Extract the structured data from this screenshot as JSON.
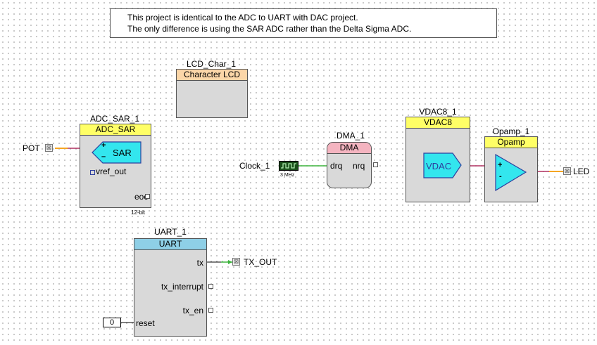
{
  "note": {
    "line1": "This project is identical to the ADC to UART with DAC project.",
    "line2": "The only difference is using the SAR ADC rather than the Delta Sigma ADC."
  },
  "lcd": {
    "instance": "LCD_Char_1",
    "type": "Character LCD"
  },
  "adc": {
    "instance": "ADC_SAR_1",
    "type": "ADC_SAR",
    "symbol": "SAR",
    "plus": "+",
    "minus": "–",
    "vref": "vref_out",
    "eoc": "eoc",
    "resolution": "12-bit"
  },
  "pot": {
    "label": "POT"
  },
  "clock": {
    "label": "Clock_1",
    "freq": "3 MHz"
  },
  "dma": {
    "instance": "DMA_1",
    "type": "DMA",
    "drq": "drq",
    "nrq": "nrq"
  },
  "vdac": {
    "instance": "VDAC8_1",
    "type": "VDAC8",
    "symbol": "VDAC"
  },
  "opamp": {
    "instance": "Opamp_1",
    "type": "Opamp",
    "plus": "+",
    "minus": "-"
  },
  "led": {
    "label": "LED"
  },
  "uart": {
    "instance": "UART_1",
    "type": "UART",
    "tx": "tx",
    "tx_interrupt": "tx_interrupt",
    "tx_en": "tx_en",
    "reset": "reset",
    "reset_value": "0"
  },
  "tx_out": {
    "label": "TX_OUT"
  },
  "colors": {
    "lcd_header": "#fbd6a8",
    "adc_header": "#ffff66",
    "dma_header": "#f4b4c0",
    "uart_header": "#8ecfe6",
    "cyan": "#33e6ee",
    "wire_red": "#b03060",
    "wire_orange": "#f5a623",
    "wire_green": "#3cb43c"
  }
}
